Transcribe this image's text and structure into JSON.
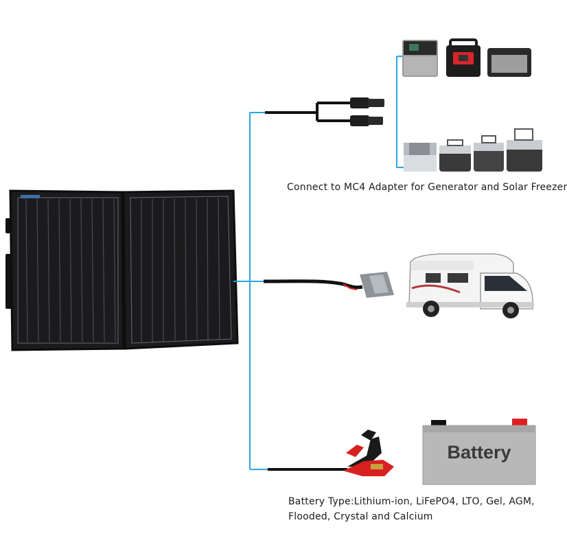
{
  "captions": {
    "mc4": "Connect to MC4 Adapter for Generator and Solar Freezer",
    "battery_line1": "Battery Type:Lithium-ion, LiFePO4, LTO, Gel, AGM,",
    "battery_line2": "Flooded, Crystal and Calcium"
  },
  "battery": {
    "label": "Battery"
  },
  "colors": {
    "cable": "#2aa4e0",
    "panel": "#1c1c1e",
    "battery_body": "#b8b8b8",
    "battery_pos": "#e02020",
    "battery_neg": "#111111",
    "clamp_red": "#d82020"
  }
}
